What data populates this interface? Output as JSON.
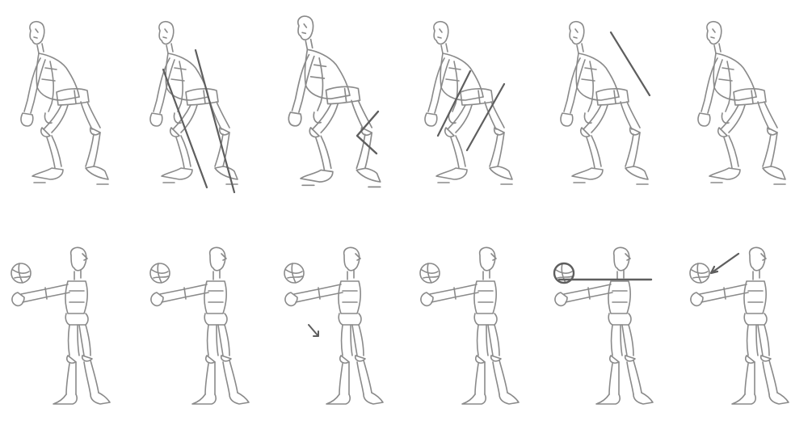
{
  "image": {
    "background": "#ffffff",
    "ink_color": "#8a8a8a",
    "guide_color": "#5e5e5e",
    "rows": [
      {
        "pose": "ready-stance",
        "frames": [
          {
            "guide": "none"
          },
          {
            "guide": "shin-and-thigh-parallel-lines"
          },
          {
            "guide": "knee-angle"
          },
          {
            "guide": "forearm-and-thigh-parallel-lines"
          },
          {
            "guide": "back-line"
          },
          {
            "guide": "none"
          }
        ]
      },
      {
        "pose": "forearm-pass",
        "frames": [
          {
            "guide": "none"
          },
          {
            "guide": "none"
          },
          {
            "guide": "hand-arrow"
          },
          {
            "guide": "none"
          },
          {
            "guide": "eye-line-to-ball"
          },
          {
            "guide": "arrow-to-ball"
          }
        ]
      }
    ]
  }
}
